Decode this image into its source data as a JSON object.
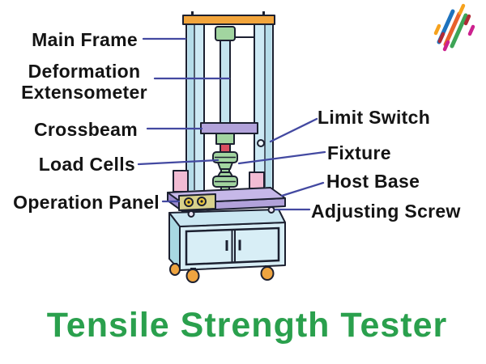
{
  "title": "Tensile Strength Tester",
  "labels": {
    "main_frame": "Main Frame",
    "deformation": [
      "Deformation",
      "Extensometer"
    ],
    "crossbeam": "Crossbeam",
    "load_cells": "Load Cells",
    "operation_panel": "Operation Panel",
    "limit_switch": "Limit Switch",
    "fixture": "Fixture",
    "host_base": "Host Base",
    "adjusting_screw": "Adjusting Screw"
  },
  "palette": {
    "title_green": "#2aa04d",
    "label_black": "#141414",
    "leader_blue": "#4349a1",
    "crossbar_orange": "#f2a53c",
    "column_blue": "#cde9f4",
    "column_shade": "#b5dce9",
    "screw_blue": "#c4e4ef",
    "green_part": "#a2d5a0",
    "red_part": "#d94f60",
    "pink_part": "#f2bcd4",
    "lavender_top": "#c6b8e8",
    "lavender_front": "#b2a2da",
    "lavender_side": "#9a89cc",
    "panel_khaki": "#d8d18c",
    "button_yellow": "#eac63e",
    "screw_dot": "#e9e4f4",
    "switch_dot": "#eef6fa",
    "cabinet_top": "#cbe7f2",
    "cabinet_front": "#d8eef6",
    "cabinet_side": "#a8d8e2",
    "caster_orange": "#eea440",
    "logo_blue": "#1e73be",
    "logo_orange": "#e8612c",
    "logo_green": "#3da556",
    "logo_amber": "#f6a21d",
    "logo_crimson": "#b02a37",
    "logo_magenta": "#cc218e"
  }
}
